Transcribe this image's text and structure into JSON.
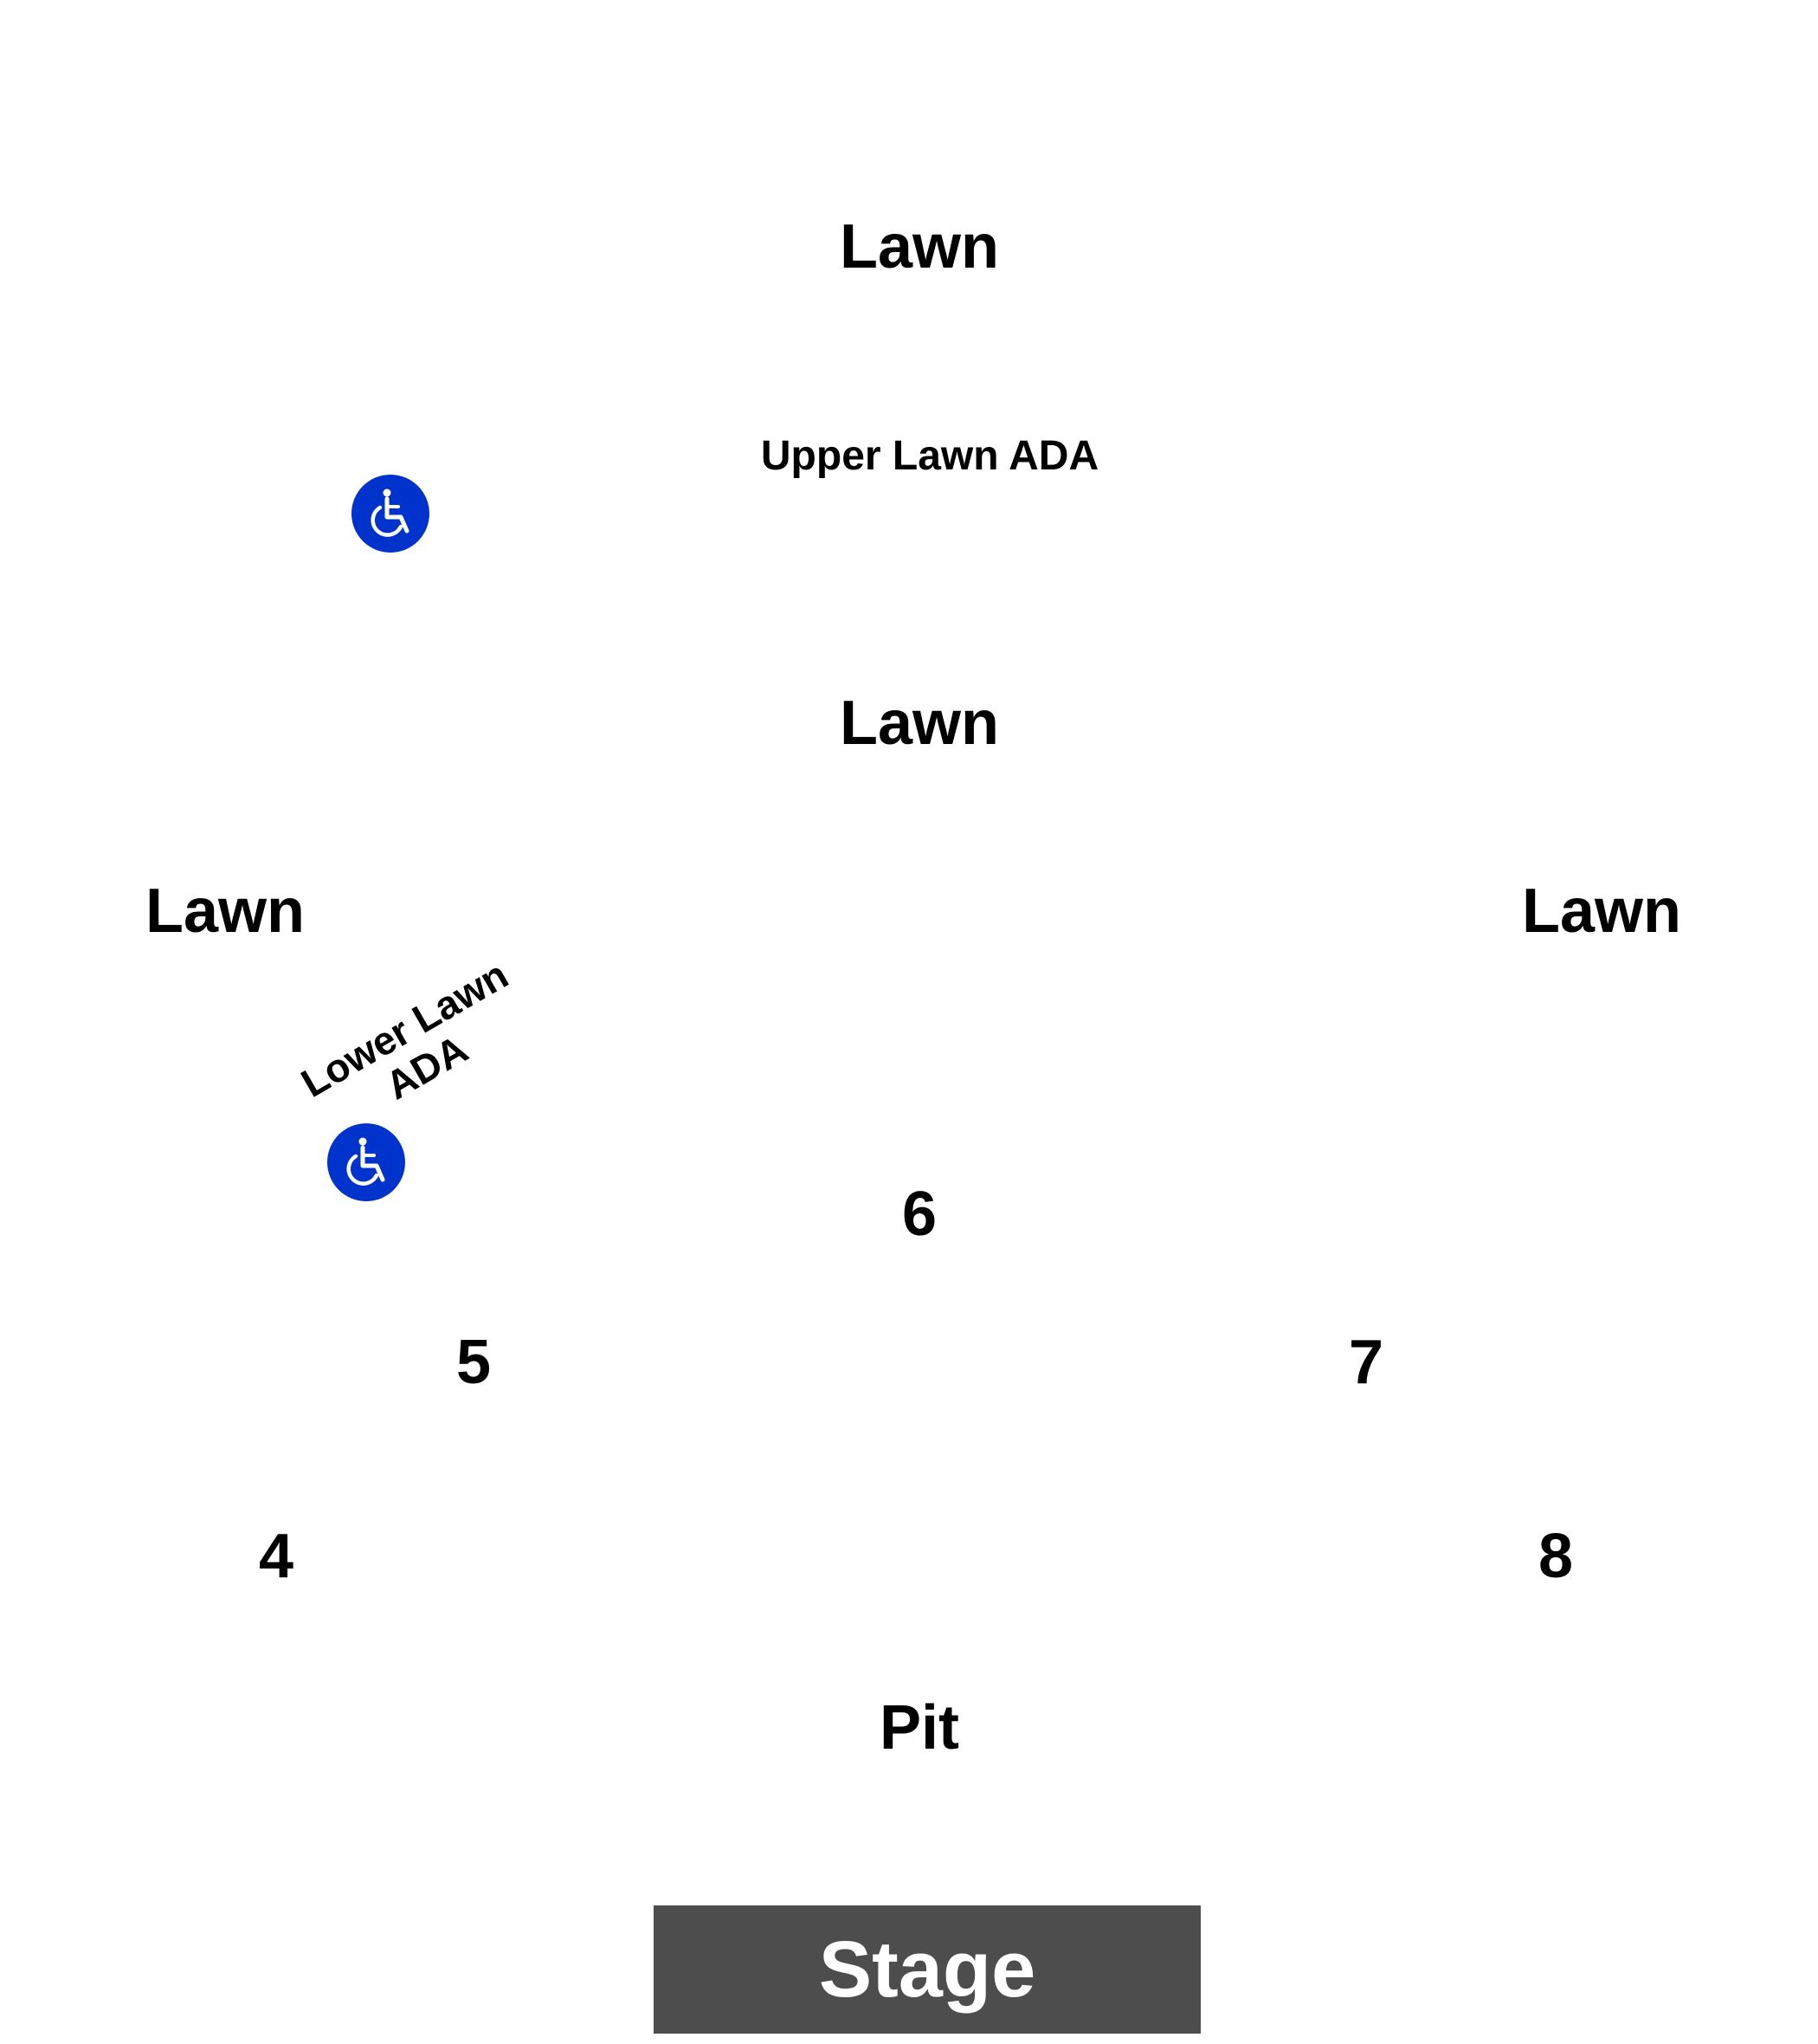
{
  "colors": {
    "background": "#ffffff",
    "text": "#000000",
    "ada_blue": "#0033cc",
    "stage_fill": "#4d4d4d",
    "stage_text": "#ffffff"
  },
  "sections": {
    "lawn_top": "Lawn",
    "upper_lawn_ada": "Upper Lawn ADA",
    "lawn_middle": "Lawn",
    "lawn_left": "Lawn",
    "lawn_right": "Lawn",
    "lower_lawn_ada_line1": "Lower Lawn",
    "lower_lawn_ada_line2": "ADA",
    "section_4": "4",
    "section_5": "5",
    "section_6": "6",
    "section_7": "7",
    "section_8": "8",
    "pit": "Pit",
    "stage": "Stage"
  },
  "icons": {
    "upper_ada": "wheelchair-icon",
    "lower_ada": "wheelchair-icon"
  }
}
